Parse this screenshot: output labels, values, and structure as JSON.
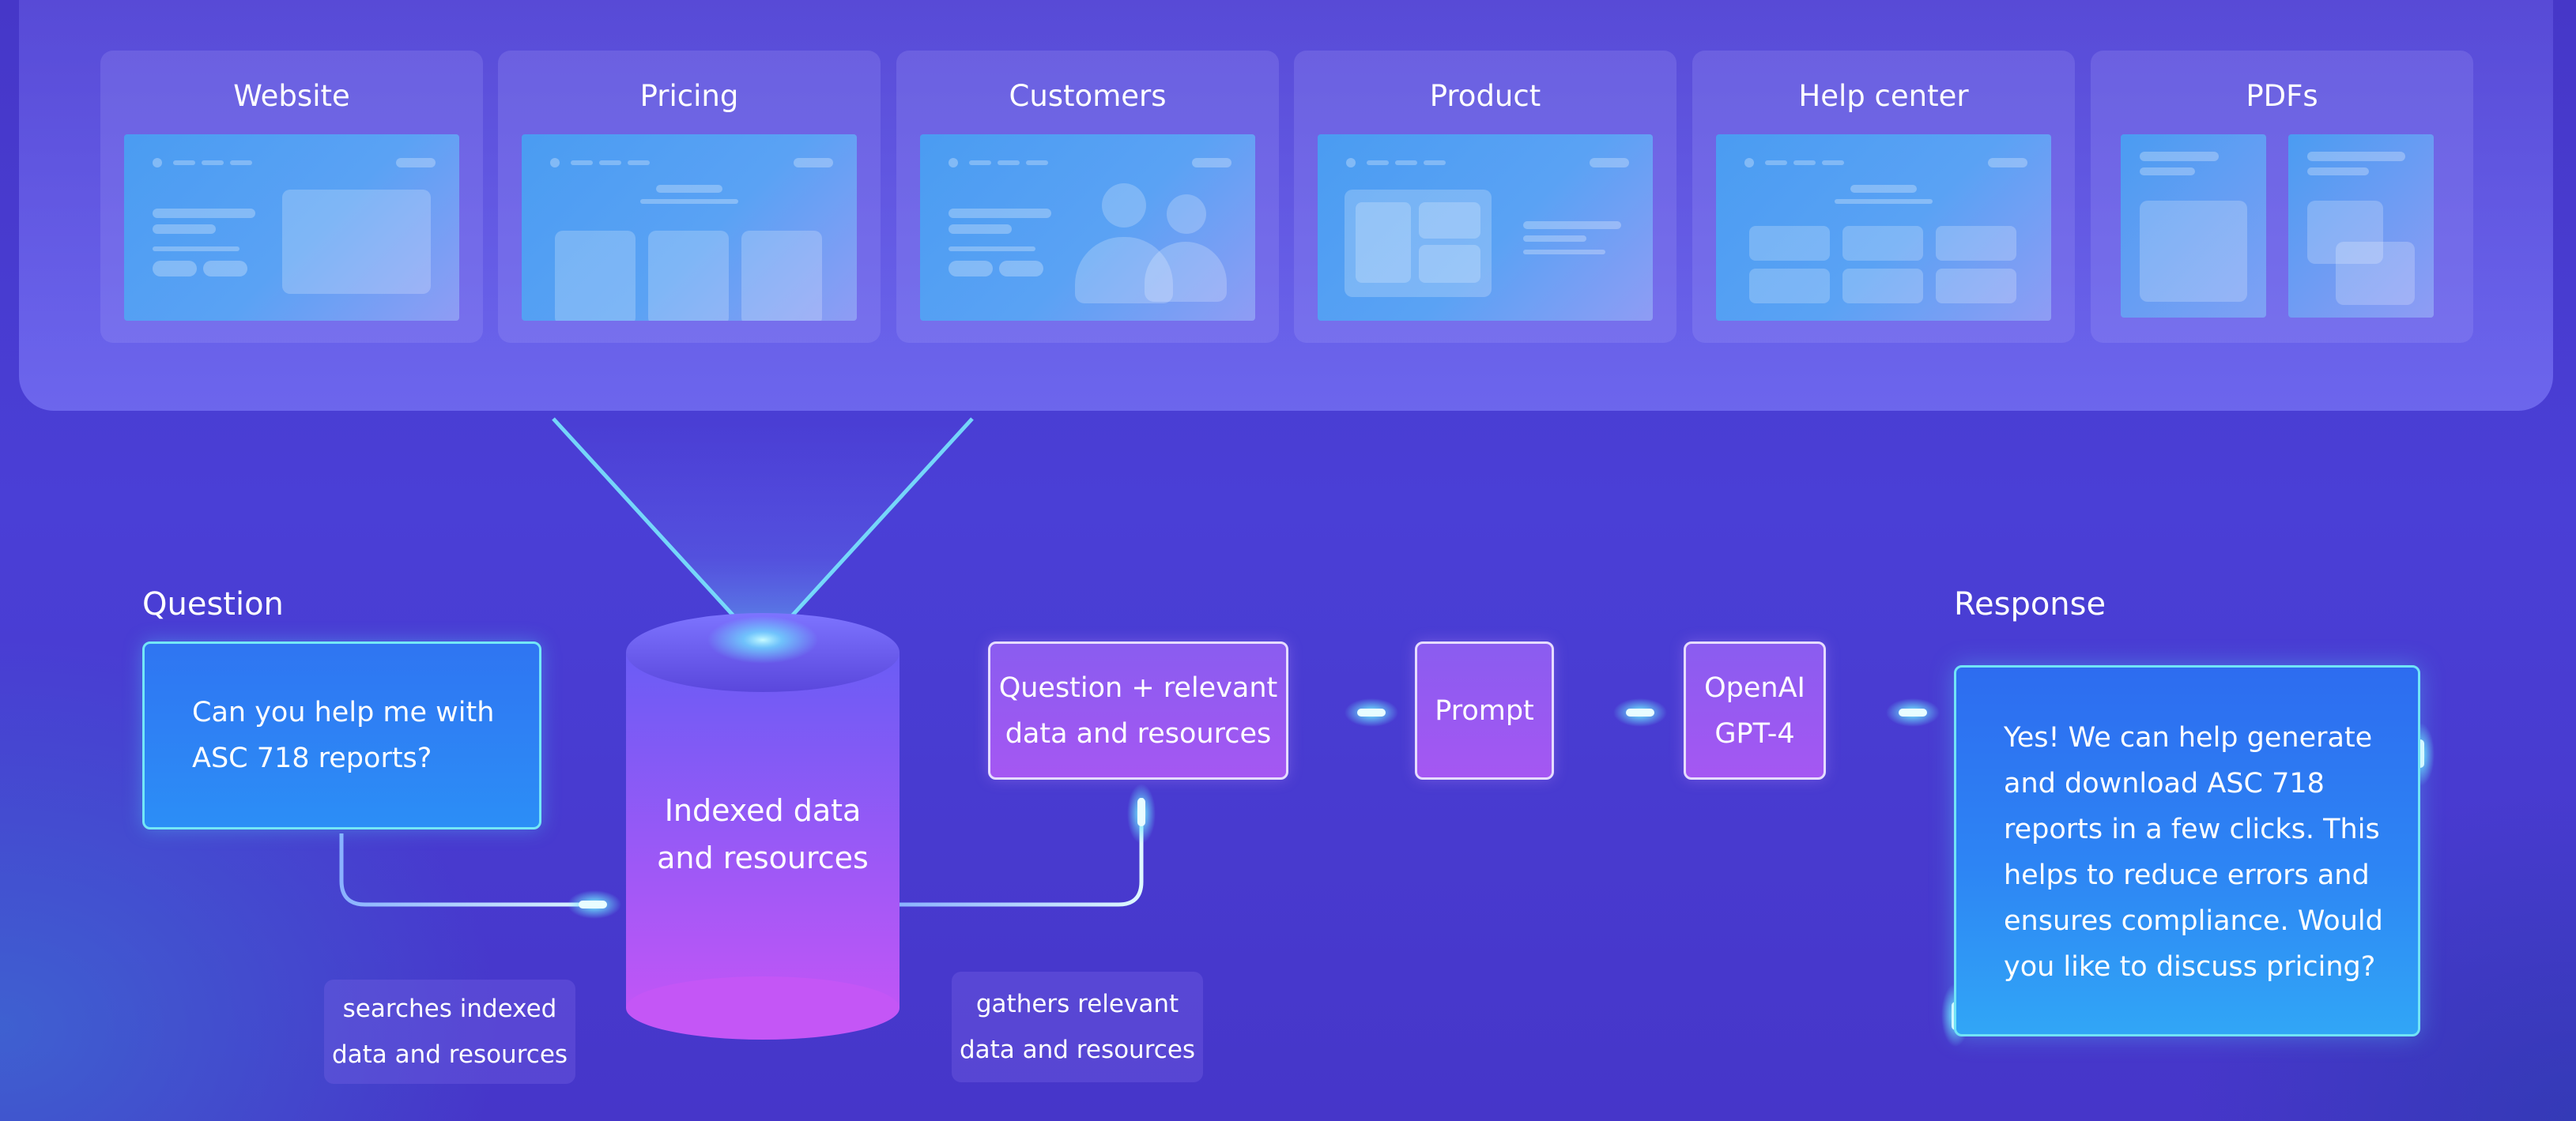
{
  "sources": [
    {
      "label": "Website",
      "icon": "website-thumbnail"
    },
    {
      "label": "Pricing",
      "icon": "pricing-thumbnail"
    },
    {
      "label": "Customers",
      "icon": "customers-thumbnail"
    },
    {
      "label": "Product",
      "icon": "product-thumbnail"
    },
    {
      "label": "Help center",
      "icon": "help-center-thumbnail"
    },
    {
      "label": "PDFs",
      "icon": "pdfs-thumbnail"
    }
  ],
  "question": {
    "heading": "Question",
    "lines": [
      "Can you help me with",
      "ASC 718 reports?"
    ]
  },
  "index": {
    "lines": [
      "Indexed data",
      "and resources"
    ]
  },
  "notes": {
    "search": [
      "searches indexed",
      "data and resources"
    ],
    "gather": [
      "gathers relevant",
      "data and resources"
    ]
  },
  "pipeline": {
    "combined": [
      "Question + relevant",
      "data and resources"
    ],
    "prompt": "Prompt",
    "model": [
      "OpenAI",
      "GPT-4"
    ]
  },
  "response": {
    "heading": "Response",
    "lines": [
      "Yes! We can help generate",
      "and download ASC 718",
      "reports in a few clicks. This",
      "helps to reduce errors and",
      "ensures compliance. Would",
      "you like to discuss pricing?"
    ]
  },
  "colors": {
    "background": "#4a3fd6",
    "accent_cyan": "#73e7f7",
    "chat_blue": "#2d7cf3",
    "pipeline_purple": "#9a5af1"
  }
}
